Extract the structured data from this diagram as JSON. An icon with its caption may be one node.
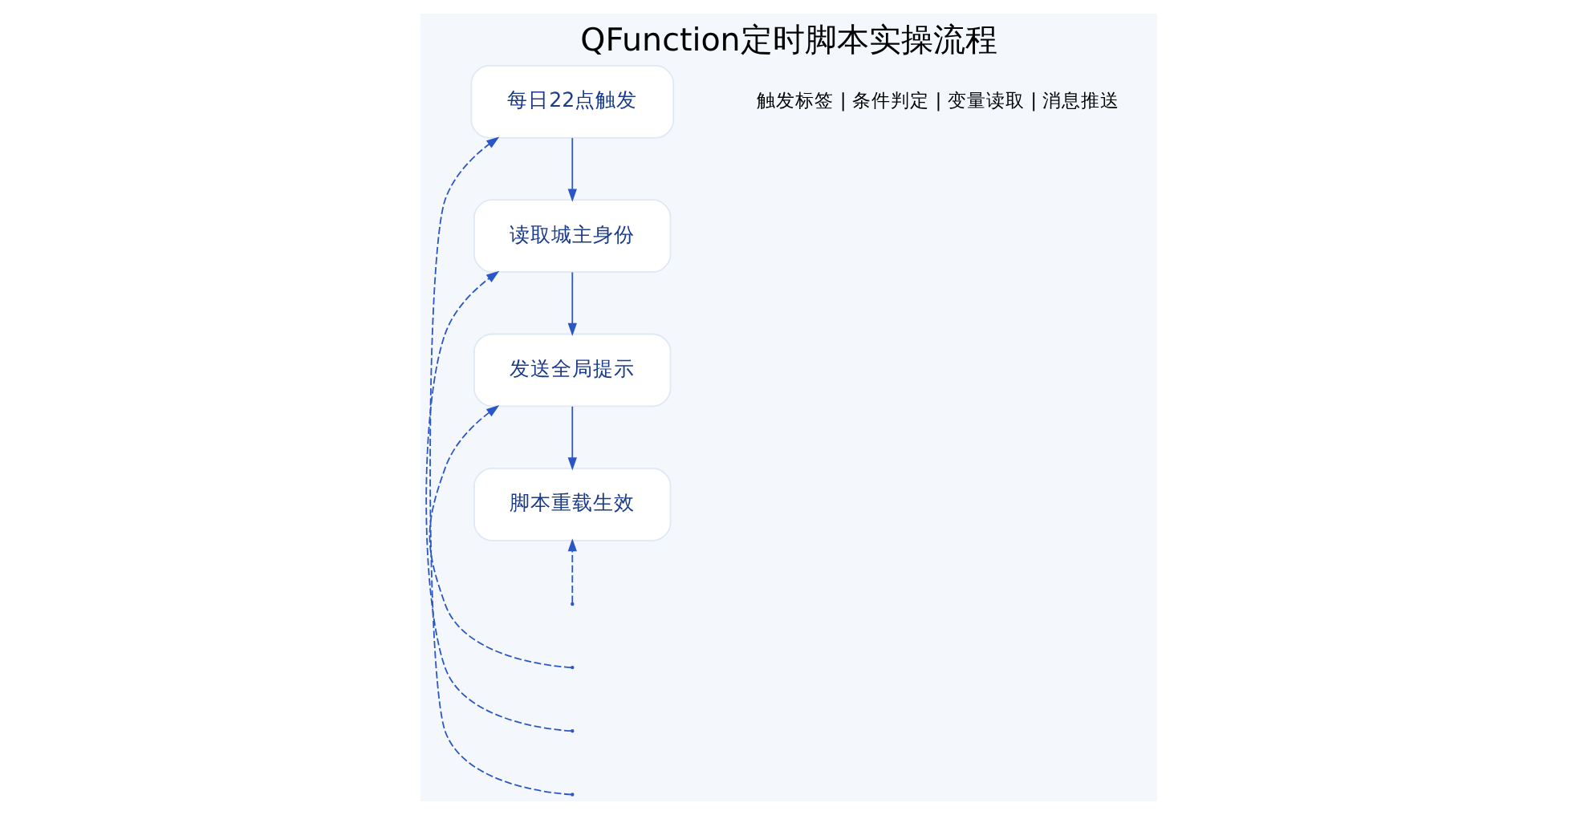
{
  "diagram": {
    "title": "QFunction定时脚本实操流程",
    "nodes": [
      {
        "text": [
          "每日22点触发"
        ]
      },
      {
        "text": [
          "读取城主身份"
        ]
      },
      {
        "text": [
          "发送全局提示"
        ]
      },
      {
        "text": [
          "脚本重载生效"
        ]
      }
    ],
    "edges": [
      {
        "from": 0,
        "to": 1,
        "arrow": "to"
      },
      {
        "from": 1,
        "to": 2,
        "arrow": "to"
      },
      {
        "from": 2,
        "to": 3,
        "arrow": "to"
      },
      {
        "from": null,
        "to": 0,
        "arrow": "to",
        "style": "dashed"
      },
      {
        "from": null,
        "to": 1,
        "arrow": "to",
        "style": "dashed"
      },
      {
        "from": null,
        "to": 2,
        "arrow": "to",
        "style": "dashed"
      },
      {
        "from": null,
        "to": 3,
        "arrow": "to",
        "style": "dashed"
      }
    ],
    "labels": [
      "触发标签 | 条件判定 | 变量读取 | 消息推送"
    ]
  }
}
